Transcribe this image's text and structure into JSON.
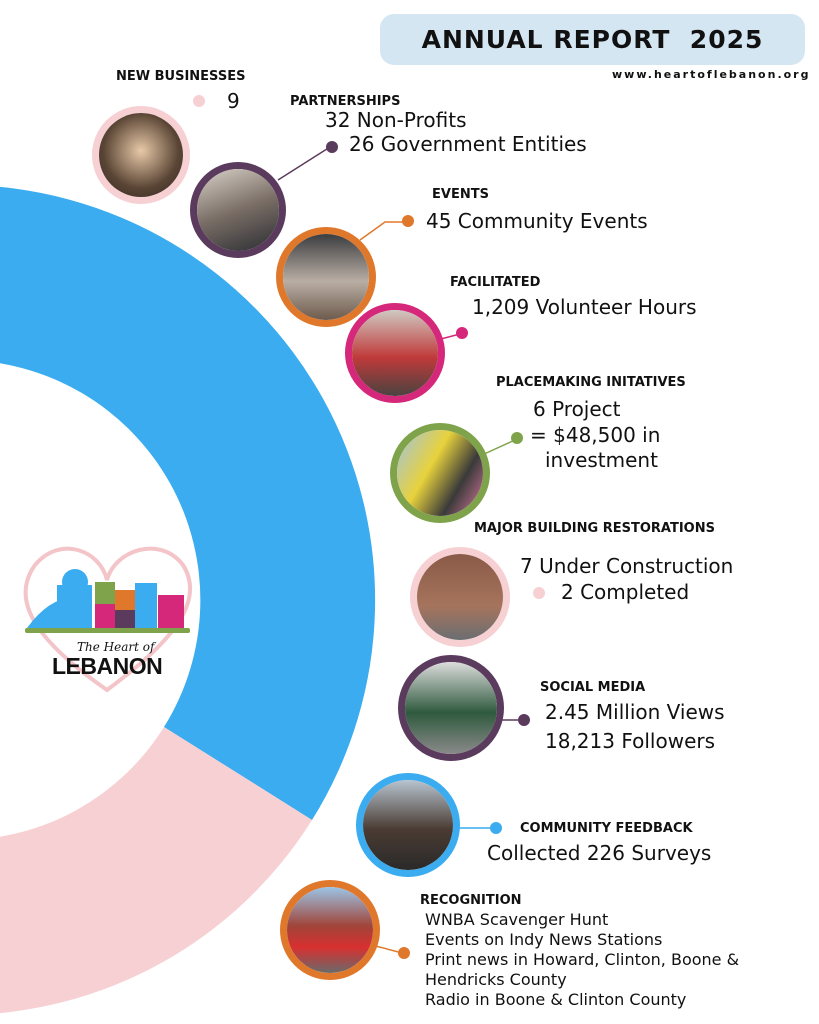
{
  "header": {
    "title": "ANNUAL REPORT  2025",
    "url": "www.heartoflebanon.org"
  },
  "logo": {
    "tagline": "The Heart of",
    "name": "LEBANON"
  },
  "colors": {
    "blue": "#3aacef",
    "pink": "#f7d0d3",
    "purple": "#5b3b5d",
    "orange": "#e0782c",
    "magenta": "#d6287a",
    "green": "#7fa34a",
    "title_bg": "#d5e6f3"
  },
  "stats": {
    "new_businesses": {
      "heading": "NEW BUSINESSES",
      "value": "9"
    },
    "partnerships": {
      "heading": "PARTNERSHIPS",
      "line1": "32 Non-Profits",
      "line2": "26 Government Entities"
    },
    "events": {
      "heading": "EVENTS",
      "value": "45 Community Events"
    },
    "facilitated": {
      "heading": "FACILITATED",
      "value": "1,209 Volunteer Hours"
    },
    "placemaking": {
      "heading": "PLACEMAKING INITATIVES",
      "line1": "6 Project",
      "line2": "= $48,500 in",
      "line3": "investment"
    },
    "restorations": {
      "heading": "MAJOR BUILDING RESTORATIONS",
      "line1": "7 Under Construction",
      "line2": "2 Completed"
    },
    "social": {
      "heading": "SOCIAL MEDIA",
      "line1": "2.45 Million Views",
      "line2": "18,213 Followers"
    },
    "feedback": {
      "heading": "COMMUNITY FEEDBACK",
      "value": "Collected 226 Surveys"
    },
    "recognition": {
      "heading": "RECOGNITION",
      "items": [
        "WNBA Scavenger Hunt",
        "Events on Indy News Stations",
        "Print news in Howard, Clinton, Boone &",
        "Hendricks County",
        "Radio in Boone & Clinton County"
      ]
    }
  }
}
